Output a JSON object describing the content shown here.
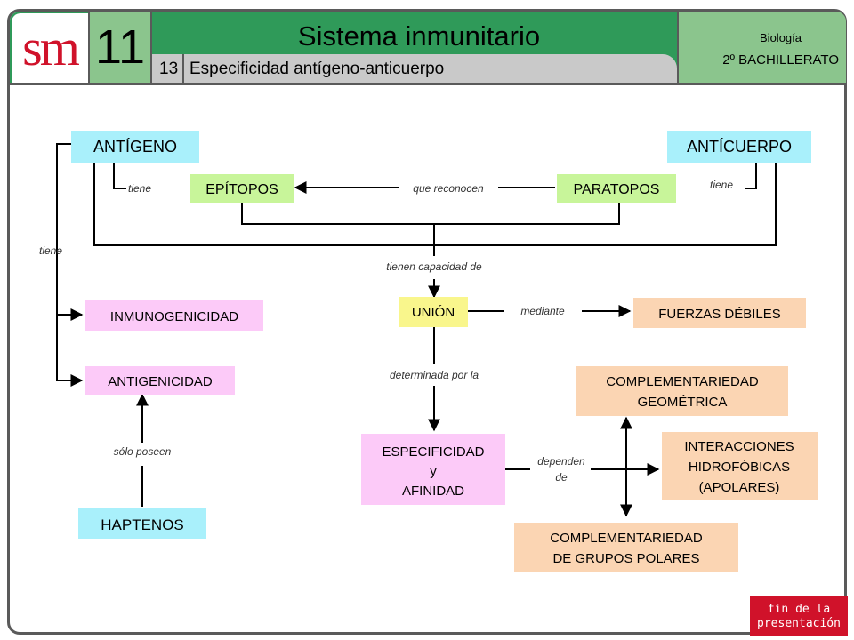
{
  "header": {
    "logo": "sm",
    "unit_number": "11",
    "title": "Sistema inmunitario",
    "section_number": "13",
    "section_title": "Especificidad antígeno-anticuerpo",
    "subject": "Biología",
    "grade": "2º BACHILLERATO"
  },
  "colors": {
    "header_green": "#2f9a59",
    "header_light_green": "#8bc58d",
    "cyan_box": "#a9f0fb",
    "green_box": "#c8f59a",
    "pink_box": "#fccaf8",
    "yellow_box": "#f9f68c",
    "peach_box": "#fbd5b3",
    "end_button": "#d0122a"
  },
  "nodes": {
    "antigeno": "ANTÍGENO",
    "anticuerpo": "ANTÍCUERPO",
    "epitopos": "EPÍTOPOS",
    "paratopos": "PARATOPOS",
    "inmunogenicidad": "INMUNOGENICIDAD",
    "antigenicidad": "ANTIGENICIDAD",
    "haptenos": "HAPTENOS",
    "union": "UNIÓN",
    "fuerzas_debiles": "FUERZAS DÉBILES",
    "especificidad": [
      "ESPECIFICIDAD",
      "y",
      "AFINIDAD"
    ],
    "complementariedad_geometrica": [
      "COMPLEMENTARIEDAD",
      "GEOMÉTRICA"
    ],
    "interacciones_hidrofobicas": [
      "INTERACCIONES",
      "HIDROFÓBICAS",
      "(APOLARES)"
    ],
    "complementariedad_polares": [
      "COMPLEMENTARIEDAD",
      "DE GRUPOS POLARES"
    ]
  },
  "labels": {
    "tiene_left": "tiene",
    "tiene_antigeno": "tiene",
    "tiene_anticuerpo": "tiene",
    "que_reconocen": "que reconocen",
    "tienen_capacidad": "tienen capacidad de",
    "mediante": "mediante",
    "determinada_por": "determinada por la",
    "solo_poseen": "sólo poseen",
    "dependen_de": [
      "dependen",
      "de"
    ]
  },
  "end_button": [
    "fin de la",
    "presentación"
  ]
}
